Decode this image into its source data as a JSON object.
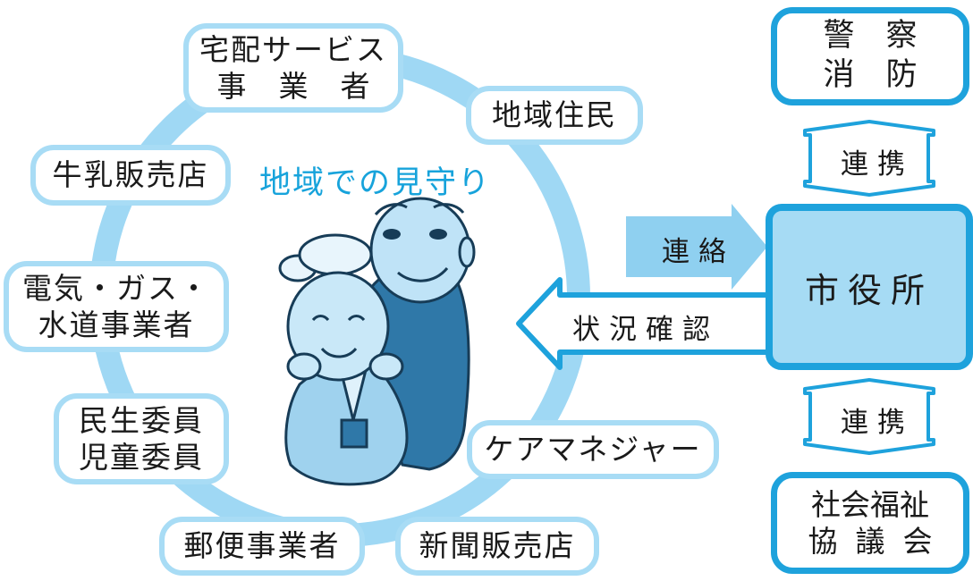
{
  "title": "地域での見守り",
  "ring_nodes": {
    "takuhai": {
      "line1": "宅配サービス",
      "line2": "事業者"
    },
    "chiiki": "地域住民",
    "gyunyu": "牛乳販売店",
    "denki": {
      "line1": "電気・ガス・",
      "line2": "水道事業者"
    },
    "minsei": {
      "line1": "民生委員",
      "line2": "児童委員"
    },
    "care": "ケアマネジャー",
    "yubin": "郵便事業者",
    "shinbun": "新聞販売店"
  },
  "agencies": {
    "police_fire": {
      "line1": "警　察",
      "line2": "消　防"
    },
    "city_hall": "市役所",
    "council": {
      "line1": "社会福祉",
      "line2": "協議会"
    }
  },
  "arrows": {
    "renraku": "連絡",
    "joukyou": "状況確認",
    "renkei_top": "連携",
    "renkei_bottom": "連携"
  },
  "colors": {
    "ring": "#9fd8f4",
    "node_border": "#a8dcf5",
    "agency_border": "#1ea2dc",
    "cityhall_fill": "#a6dbf4",
    "title": "#17a3db"
  }
}
